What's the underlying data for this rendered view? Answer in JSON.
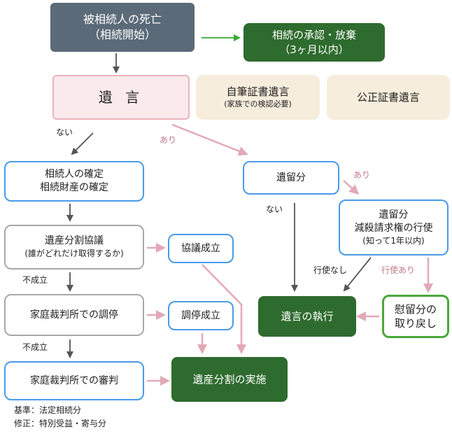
{
  "nodes": {
    "death": {
      "line1": "被相続人の死亡",
      "line2": "（相続開始）"
    },
    "accept": {
      "line1": "相続の承認・放棄",
      "line2": "（3ヶ月以内）"
    },
    "will": "遺 言",
    "holo": {
      "line1": "自筆証書遺言",
      "line2": "(家族での検認必要)"
    },
    "notarial": "公正証書遺言",
    "heirs": {
      "line1": "相続人の確定",
      "line2": "相続財産の確定"
    },
    "forced": "遺留分",
    "reduction": {
      "line1": "遺留分",
      "line2": "減殺請求権の行使",
      "line3": "(知って1年以内)"
    },
    "negotiation": {
      "line1": "遺産分割協議",
      "line2": "(誰がどれだけ取得するか)"
    },
    "agreed": "協議成立",
    "execution": "遺言の執行",
    "recovery": {
      "line1": "慰留分の",
      "line2": "取り戻し"
    },
    "mediation": "家庭裁判所での調停",
    "mediated": "調停成立",
    "trial": "家庭裁判所での審判",
    "division": "遺産分割の実施"
  },
  "labels": {
    "nai1": "ない",
    "ari1": "あり",
    "nai2": "ない",
    "ari2": "あり",
    "not_exercised": "行使なし",
    "exercised": "行使あり",
    "fail1": "不成立",
    "fail2": "不成立"
  },
  "notes": {
    "line1": "基準：法定相続分",
    "line2": "修正：特別受益・寄与分"
  },
  "colors": {
    "dark_box": "#5a6a78",
    "green_box": "#2e6b2e",
    "pink_box": "#fbeaec",
    "beige_box": "#f7eddc",
    "blue_border": "#4a9be8",
    "gray_border": "#a8a8a8",
    "light_green_border": "#4aa83a",
    "gray_arrow": "#555555",
    "pink_arrow": "#e2a9b6",
    "green_arrow": "#3aaa35"
  }
}
